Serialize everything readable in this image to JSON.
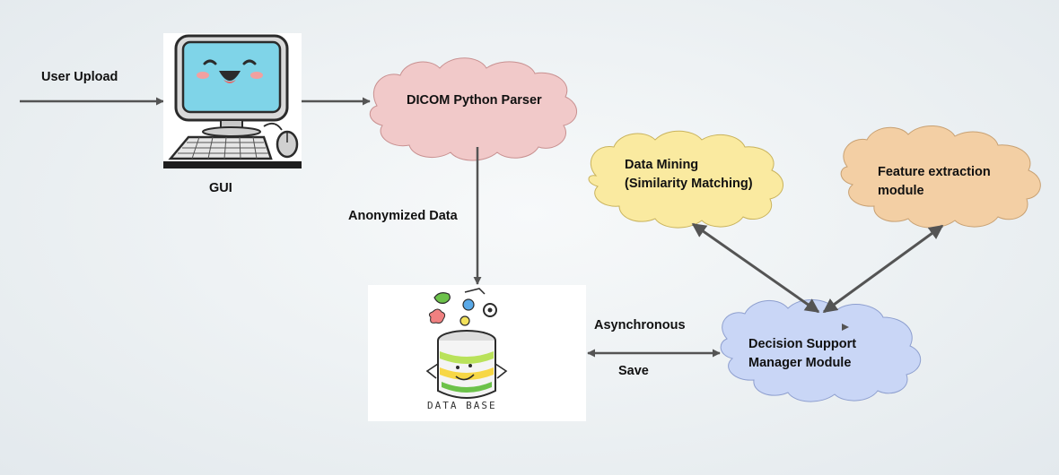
{
  "labels": {
    "user_upload": "User Upload",
    "gui": "GUI",
    "dicom_parser": "DICOM Python Parser",
    "anonymized_data": "Anonymized Data",
    "data_mining_line1": "Data Mining",
    "data_mining_line2": "(Similarity Matching)",
    "feature_line1": "Feature extraction",
    "feature_line2": "module",
    "decision_line1": "Decision Support",
    "decision_line2": "Manager Module",
    "asynchronous": "Asynchronous",
    "save": "Save",
    "database_caption": "DATA BASE"
  },
  "colors": {
    "dicom_cloud": "#f1c9c9",
    "data_mining_cloud": "#faeaa0",
    "feature_cloud": "#f3cfa4",
    "decision_cloud": "#c9d6f6",
    "arrow": "#545454",
    "monitor_screen": "#7fd4e8"
  },
  "icons": {
    "gui": "computer-monitor-smiley-icon",
    "database": "database-cartoon-icon"
  }
}
